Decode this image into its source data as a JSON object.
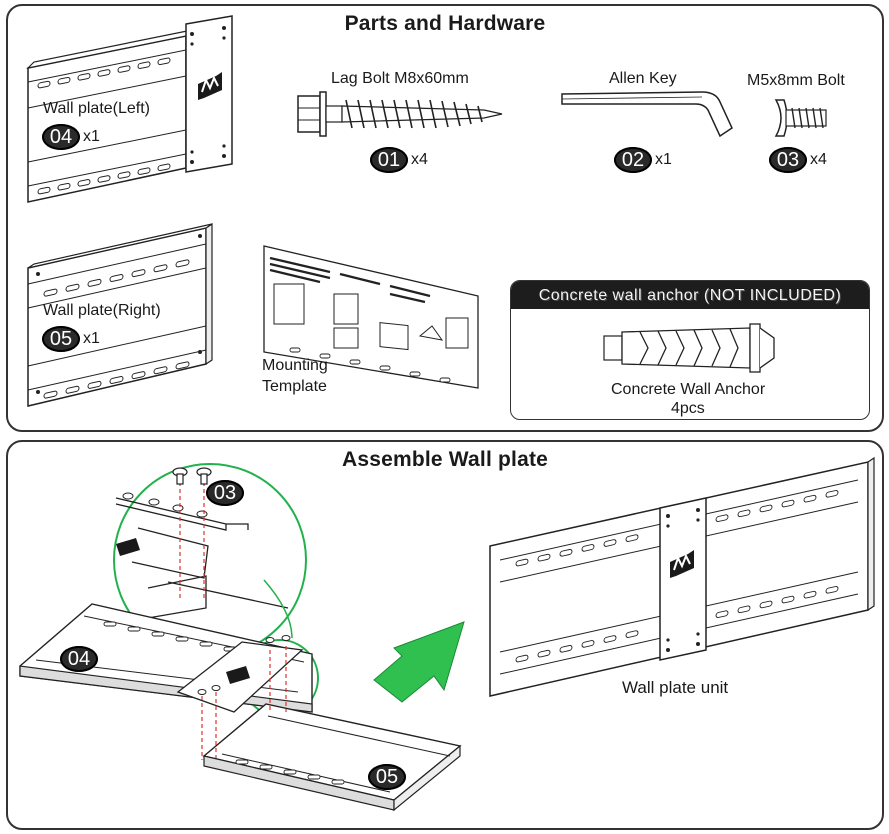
{
  "parts": {
    "title": "Parts and Hardware",
    "items": [
      {
        "key": "lag_bolt",
        "name": "Lag Bolt M8x60mm",
        "num": "01",
        "qty": "x4"
      },
      {
        "key": "allen_key",
        "name": "Allen Key",
        "num": "02",
        "qty": "x1"
      },
      {
        "key": "m5_bolt",
        "name": "M5x8mm Bolt",
        "num": "03",
        "qty": "x4"
      },
      {
        "key": "wall_plate_left",
        "name": "Wall plate(Left)",
        "num": "04",
        "qty": "x1"
      },
      {
        "key": "wall_plate_right",
        "name": "Wall plate(Right)",
        "num": "05",
        "qty": "x1"
      }
    ],
    "template": {
      "line1": "Mounting",
      "line2": "Template"
    },
    "anchor": {
      "header": "Concrete wall anchor (NOT INCLUDED)",
      "name": "Concrete Wall Anchor",
      "qty": "4pcs"
    }
  },
  "assemble": {
    "title": "Assemble Wall plate",
    "callout_num": "03",
    "left_num": "04",
    "right_num": "05",
    "result_label": "Wall plate unit"
  }
}
